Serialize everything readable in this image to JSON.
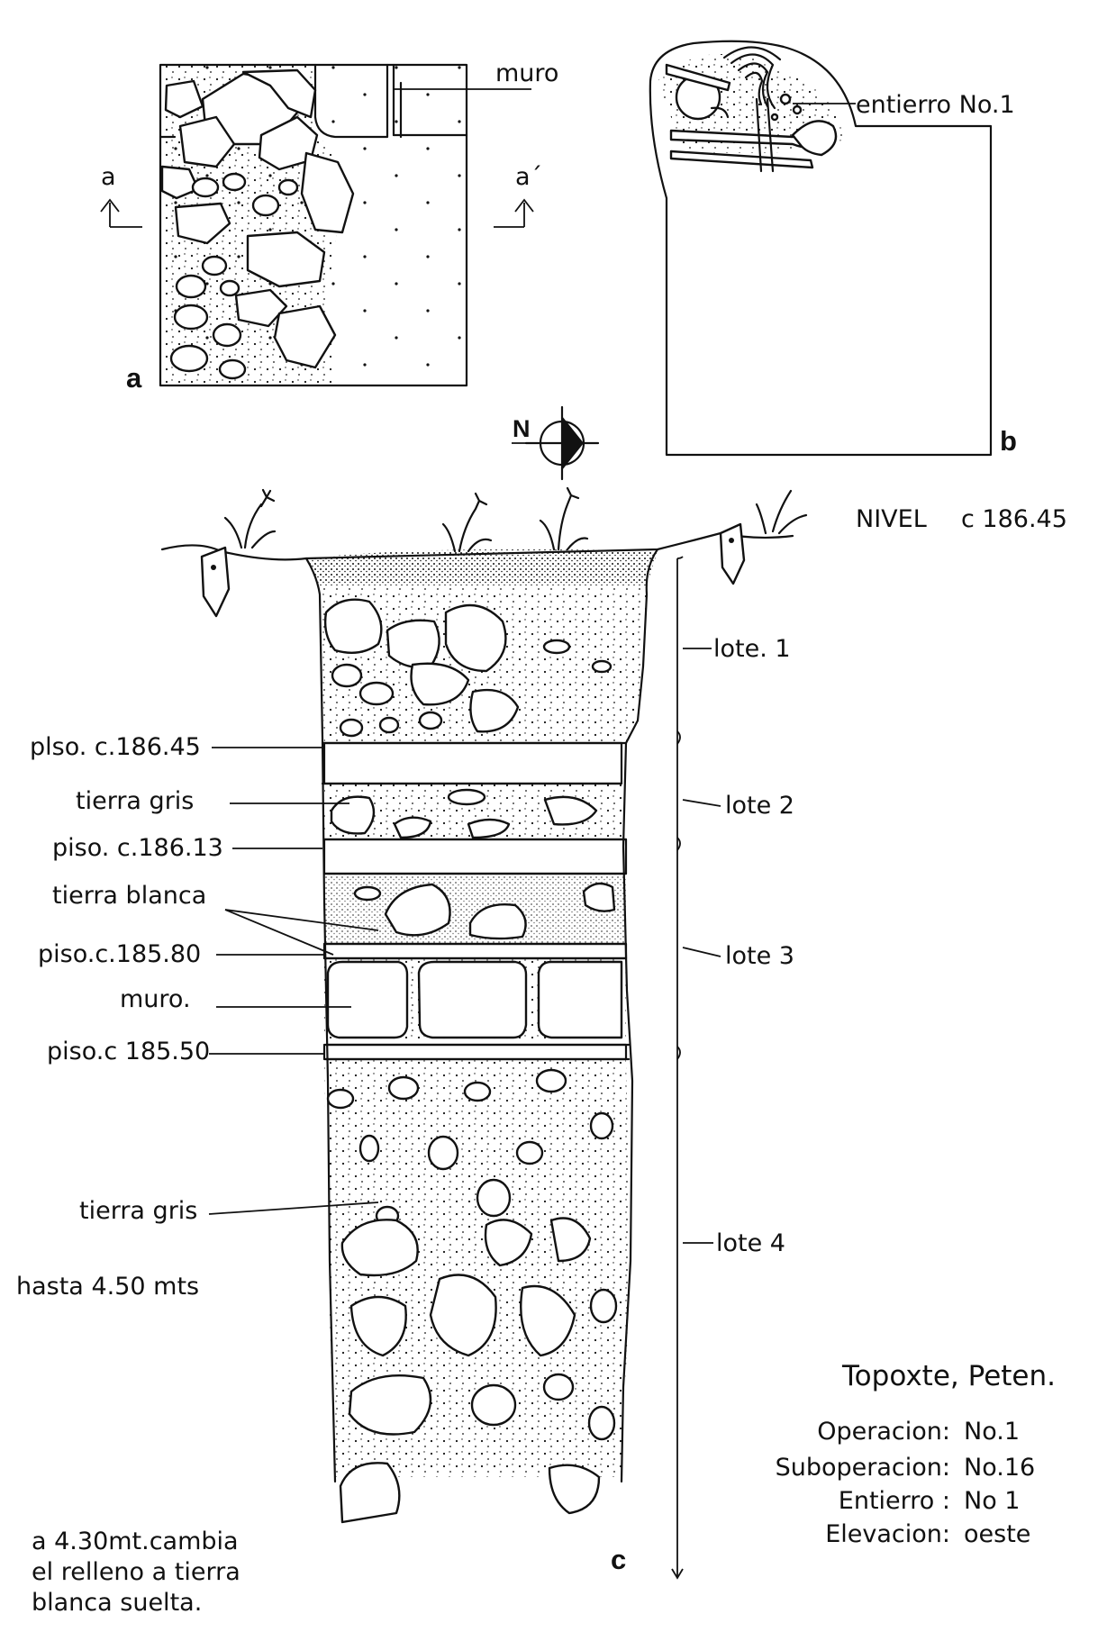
{
  "panel_a": {
    "letter": "a",
    "wall_label": "muro",
    "section_left": "a",
    "section_right": "a´"
  },
  "panel_b": {
    "letter": "b",
    "burial_label": "entierro No.1"
  },
  "north_arrow": {
    "label": "N"
  },
  "panel_c": {
    "letter": "c",
    "nivel_label": "NIVEL",
    "nivel_value": "c 186.45",
    "left_labels": [
      "plso. c.186.45",
      "tierra gris",
      "piso. c.186.13",
      "tierra blanca",
      "piso.c.185.80",
      "muro.",
      "piso.c 185.50",
      "tierra gris"
    ],
    "lots": [
      "lote. 1",
      "lote 2",
      "lote 3",
      "lote 4"
    ],
    "depth_note": "hasta 4.50 mts",
    "bottom_note": [
      "a 4.30mt.cambia",
      "el relleno a tierra",
      "blanca suelta."
    ]
  },
  "info": {
    "site": "Topoxte, Peten.",
    "rows": [
      {
        "key": "Operacion:",
        "value": "No.1"
      },
      {
        "key": "Suboperacion:",
        "value": "No.16"
      },
      {
        "key": "Entierro :",
        "value": "No 1"
      },
      {
        "key": "Elevacion:",
        "value": "oeste"
      }
    ]
  },
  "colors": {
    "ink": "#111111",
    "paper": "#ffffff"
  }
}
